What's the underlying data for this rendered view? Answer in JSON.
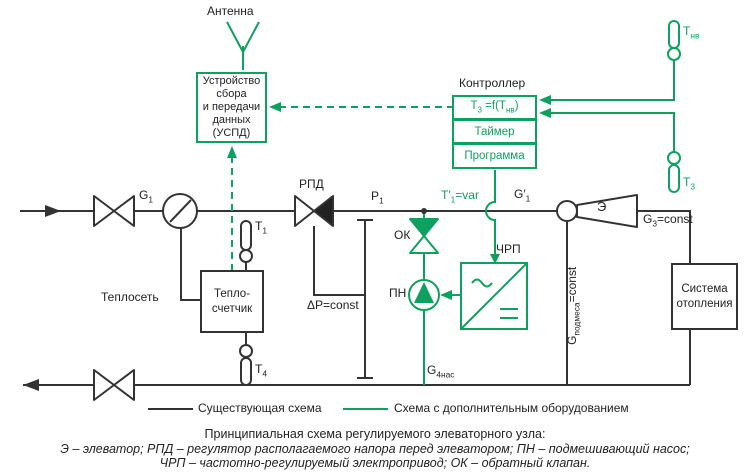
{
  "colors": {
    "accent_green": "#0ea05f",
    "line_black": "#333333"
  },
  "diagram": {
    "antenna_label": "Антенна",
    "uspd_box": "Устройство<br>сбора<br>и передачи<br>данных<br>(УСПД)",
    "controller": {
      "title": "Контроллер",
      "row1": "T<sub>3</sub> =f(T<sub>нв</sub>)",
      "row2": "Таймер",
      "row3": "Программа"
    },
    "sensors": {
      "t_outdoor": "T<sub>нв</sub>",
      "t3_green": "T<sub>3</sub>",
      "t1": "T<sub>1</sub>",
      "t4": "T<sub>4</sub>"
    },
    "labels": {
      "teploset": "Теплосеть",
      "g1": "G<sub>1</sub>",
      "rpd": "РПД",
      "p1": "P<sub>1</sub>",
      "t1_var": "T′<sub>1</sub>=var",
      "g1_prime": "G′<sub>1</sub>",
      "ok": "ОК",
      "pn": "ПН",
      "chrp": "ЧРП",
      "elevator": "Э",
      "g3_const": "G<sub>3</sub>=const",
      "g4_nas": "G<sub>4нас</sub>",
      "g_podmes": "G<sub>подмеса</sub>=const",
      "dp_const": "ΔP=const",
      "heat_meter": "Тепло-<br>счетчик",
      "heating_system": "Система<br>отопления"
    },
    "legend": {
      "existing": "Существующая схема",
      "additional": "Схема с дополнительным оборудованием"
    },
    "caption": {
      "line1": "Принципиальная схема регулируемого элеваторного узла:",
      "line2": "Э – элеватор; РПД – регулятор располагаемого напора перед элеватором; ПН – подмешивающий насос;",
      "line3": "ЧРП – частотно-регулируемый электропривод; ОК – обратный клапан."
    }
  }
}
